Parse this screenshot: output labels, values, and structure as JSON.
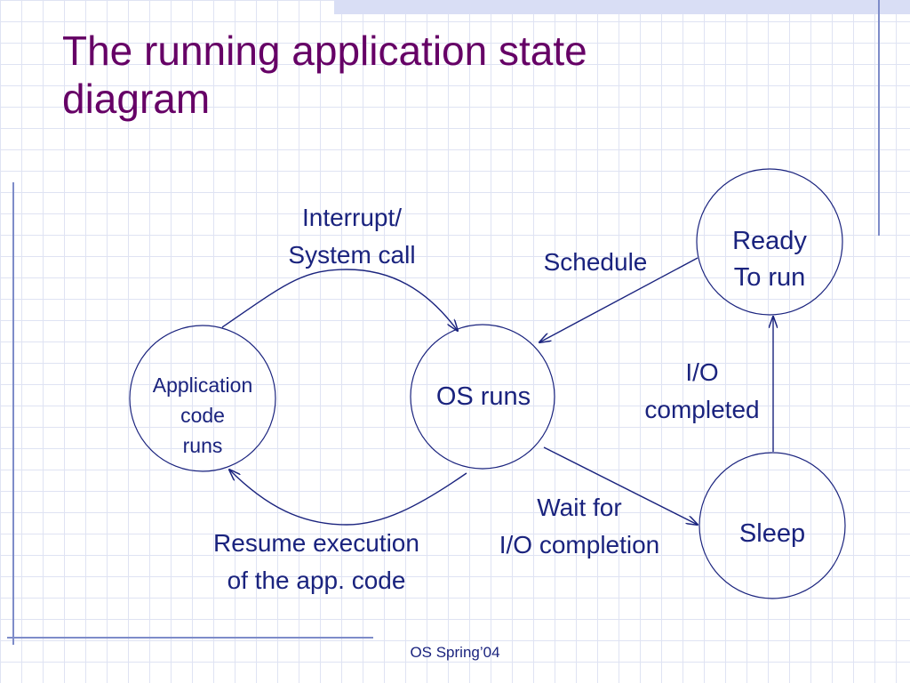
{
  "slide": {
    "title_lines": [
      "The running application state",
      "diagram"
    ],
    "footer": "OS Spring’04"
  },
  "diagram": {
    "nodes": {
      "app": {
        "lines": [
          "Application",
          "code",
          "runs"
        ]
      },
      "os": {
        "lines": [
          "OS runs"
        ]
      },
      "ready": {
        "lines": [
          "Ready",
          "To run"
        ]
      },
      "sleep": {
        "lines": [
          "Sleep"
        ]
      }
    },
    "edges": {
      "interrupt": {
        "lines": [
          "Interrupt/",
          "System call"
        ]
      },
      "schedule": {
        "lines": [
          "Schedule"
        ]
      },
      "io_completed": {
        "lines": [
          "I/O",
          "completed"
        ]
      },
      "wait": {
        "lines": [
          "Wait for",
          "I/O completion"
        ]
      },
      "resume": {
        "lines": [
          "Resume execution",
          "of the app. code"
        ]
      }
    }
  },
  "colors": {
    "title": "#660066",
    "text": "#1a237e",
    "node_stroke": "#1a237e",
    "arrow": "#1a237e",
    "grid": "#dfe3f3",
    "accent_band": "#d9def5",
    "rules": "#7e8cc9"
  }
}
